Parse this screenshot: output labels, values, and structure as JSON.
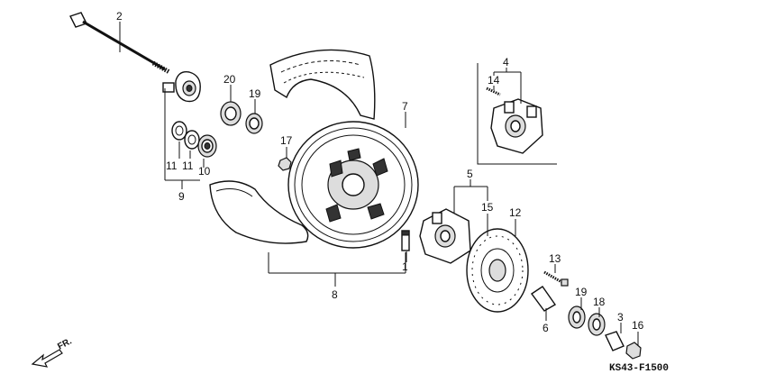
{
  "diagram_code": "KS43-F1500",
  "direction_label": "FR.",
  "callouts": {
    "c1": "1",
    "c2": "2",
    "c3": "3",
    "c4": "4",
    "c5": "5",
    "c6": "6",
    "c7": "7",
    "c8": "8",
    "c9": "9",
    "c10": "10",
    "c11a": "11",
    "c11b": "11",
    "c12": "12",
    "c13": "13",
    "c14": "14",
    "c15": "15",
    "c16": "16",
    "c17": "17",
    "c18": "18",
    "c19a": "19",
    "c19b": "19",
    "c20": "20"
  },
  "icons": {
    "direction": "arrow-icon"
  }
}
